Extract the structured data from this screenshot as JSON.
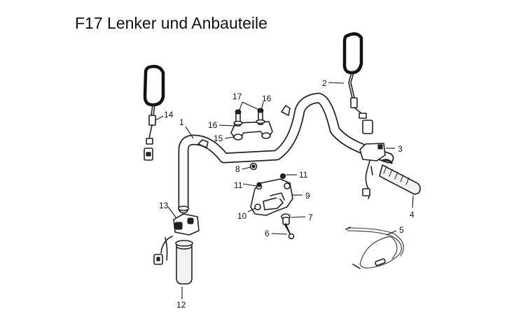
{
  "title": "F17 Lenker und Anbauteile",
  "callouts": [
    "1",
    "2",
    "3",
    "4",
    "5",
    "6",
    "7",
    "8",
    "9",
    "10",
    "11",
    "11",
    "12",
    "13",
    "14",
    "15",
    "16",
    "16",
    "17"
  ]
}
